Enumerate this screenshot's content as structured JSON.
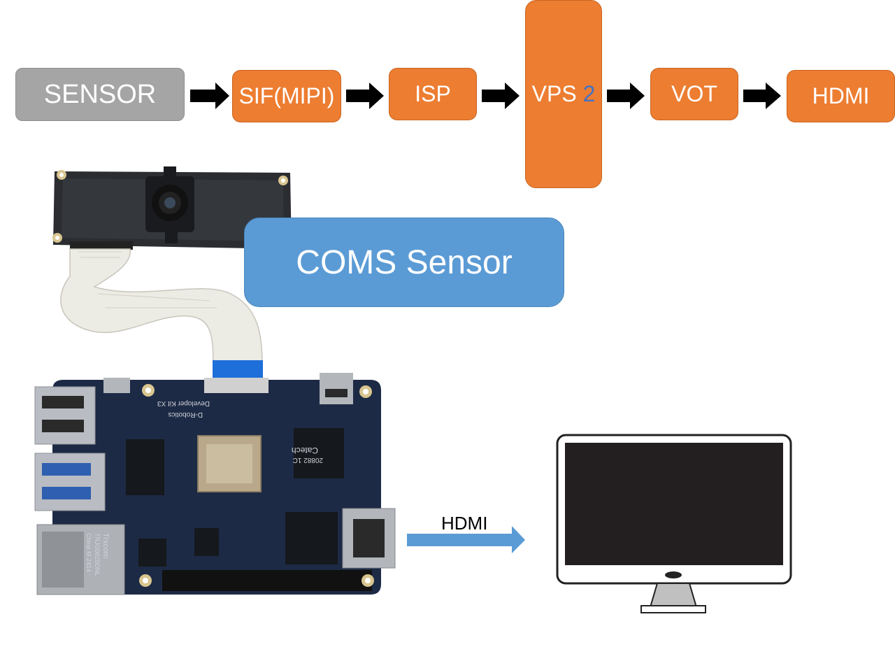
{
  "pipeline": {
    "sensor": "SENSOR",
    "sif": "SIF(MIPI)",
    "isp": "ISP",
    "vps_text": "VPS",
    "vps_num": "2",
    "vot": "VOT",
    "hdmi": "HDMI"
  },
  "coms_label": "COMS Sensor",
  "link_label": "HDMI",
  "board_silkscreen": {
    "title": "Developer Kit X3",
    "brand": "D-Robotics",
    "eth_brand": "Trxcom",
    "eth_model": "TRJG0820DNL",
    "eth_origin": "China M 2414",
    "chip_brand": "Catech",
    "chip_code": "20882 1C"
  },
  "colors": {
    "orange": "#ed7d31",
    "gray": "#a5a5a5",
    "blue": "#5b9bd5",
    "accent_number": "#4472c4"
  }
}
